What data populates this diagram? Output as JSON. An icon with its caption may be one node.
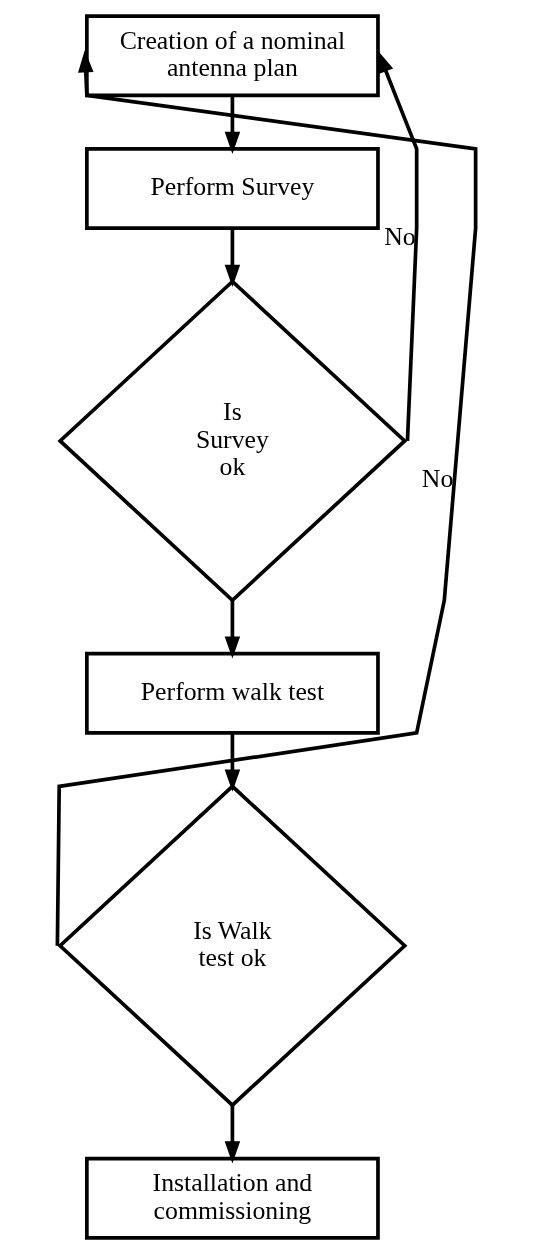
{
  "diagram": {
    "nodes": [
      {
        "text": [
          "Creation of a nominal antenna plan"
        ]
      },
      {
        "text": [
          "Perform Survey"
        ]
      },
      {
        "text": [
          "Is Survey ok"
        ]
      },
      {
        "text": [
          "Perform walk test"
        ]
      },
      {
        "text": [
          "Is Walk test ok"
        ]
      },
      {
        "text": [
          "Installation and commissioning"
        ]
      }
    ],
    "edges": [
      {
        "from": 0,
        "to": 1,
        "arrow": "to"
      },
      {
        "from": 1,
        "to": 2,
        "arrow": "to"
      },
      {
        "from": 2,
        "to": 0,
        "arrow": "to",
        "label": "No"
      },
      {
        "from": 2,
        "to": 3,
        "arrow": "to"
      },
      {
        "from": 3,
        "to": 4,
        "arrow": "to"
      },
      {
        "from": 4,
        "to": 0,
        "arrow": "to",
        "label": "No"
      },
      {
        "from": 4,
        "to": 5,
        "arrow": "to"
      }
    ]
  }
}
